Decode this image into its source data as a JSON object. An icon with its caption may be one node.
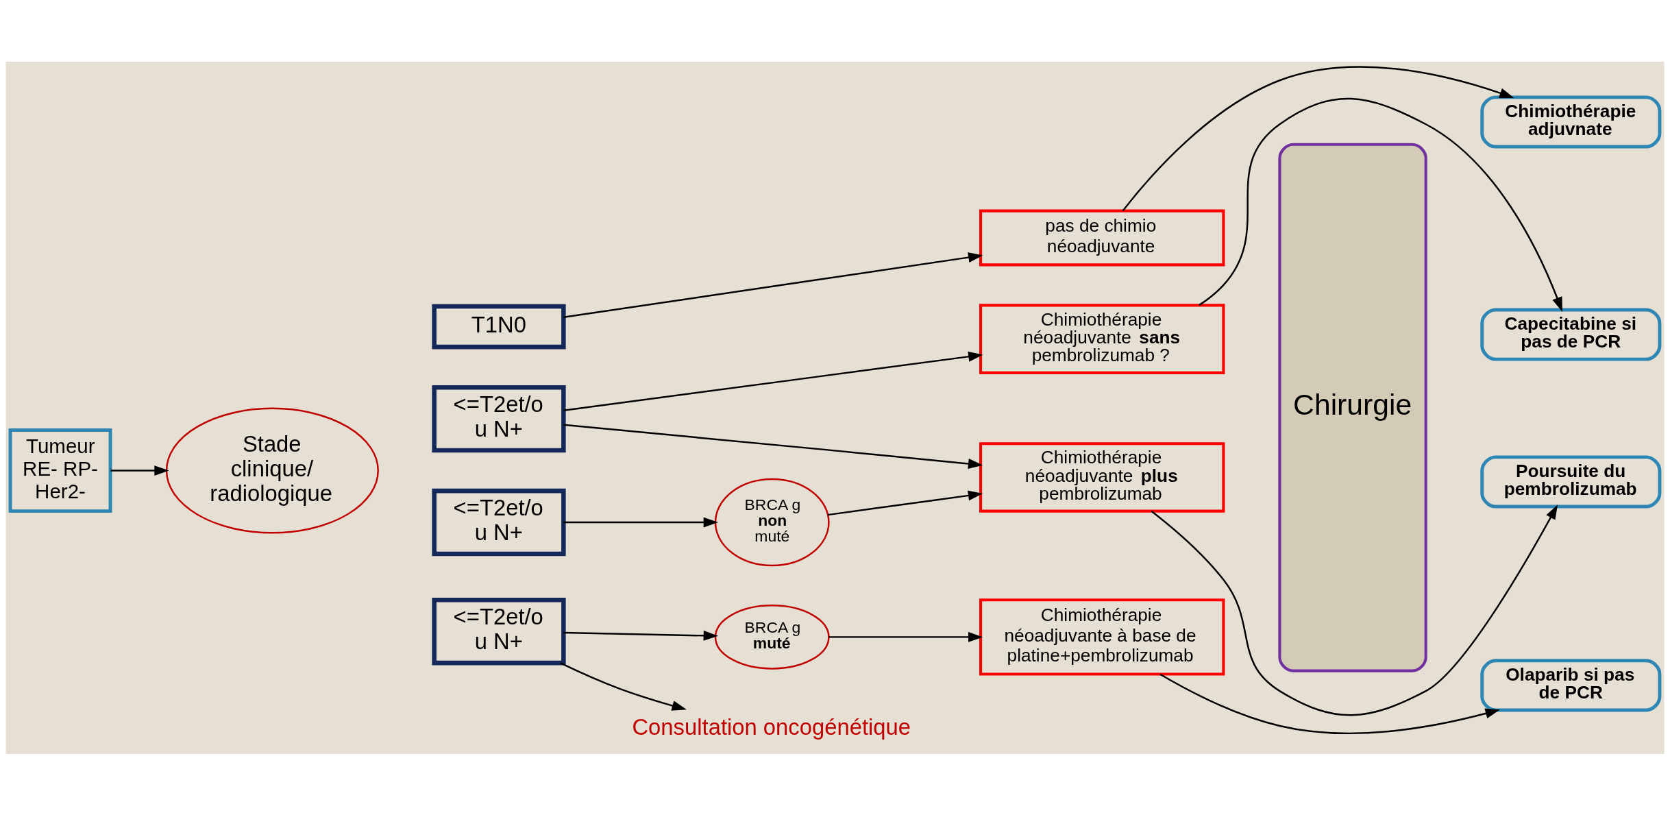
{
  "diagram": {
    "nodes": [
      {
        "text": [
          "Tumeur RE- RP- Her2-"
        ]
      },
      {
        "text": [
          "Stade clinique/ radiologique"
        ]
      },
      {
        "text": [
          "T1N0"
        ]
      },
      {
        "text": [
          "<=T2et/o u N+"
        ]
      },
      {
        "text": [
          "<=T2et/o u N+"
        ]
      },
      {
        "text": [
          "<=T2et/o u N+"
        ]
      },
      {
        "text": [
          "BRCA g **non** muté"
        ]
      },
      {
        "text": [
          "BRCA g **muté**"
        ]
      },
      {
        "text": [
          "pas de chimio néoadjuvante"
        ]
      },
      {
        "text": [
          "Chimiothérapie néoadjuvante **sans** pembrolizumab ?"
        ]
      },
      {
        "text": [
          "Chimiothérapie néoadjuvante **plus** pembrolizumab"
        ]
      },
      {
        "text": [
          "Chimiothérapie néoadjuvante à base de platine+pembrolizumab"
        ]
      },
      {
        "text": [
          "Chirurgie"
        ]
      },
      {
        "text": [
          "Chimiothérapie adjuvnate"
        ]
      },
      {
        "text": [
          "Capecitabine si pas de PCR"
        ]
      },
      {
        "text": [
          "Poursuite du pembrolizumab"
        ]
      },
      {
        "text": [
          "Olaparib si pas de PCR"
        ]
      },
      {
        "text": [
          "Consultation oncogénétique"
        ]
      }
    ],
    "edges": [
      {
        "from": 0,
        "to": 1,
        "arrow": "to"
      },
      {
        "from": 2,
        "to": 8,
        "arrow": "to"
      },
      {
        "from": 3,
        "to": 9,
        "arrow": "to"
      },
      {
        "from": 3,
        "to": 10,
        "arrow": "to"
      },
      {
        "from": 4,
        "to": 6,
        "arrow": "to"
      },
      {
        "from": 6,
        "to": 10,
        "arrow": "to"
      },
      {
        "from": 5,
        "to": 7,
        "arrow": "to"
      },
      {
        "from": 7,
        "to": 11,
        "arrow": "to"
      },
      {
        "from": 5,
        "to": 17,
        "arrow": "to"
      },
      {
        "from": 8,
        "to": 13,
        "arrow": "to"
      },
      {
        "from": 9,
        "to": 14,
        "arrow": "to"
      },
      {
        "from": 10,
        "to": 15,
        "arrow": "to"
      },
      {
        "from": 11,
        "to": 16,
        "arrow": "to"
      }
    ]
  }
}
